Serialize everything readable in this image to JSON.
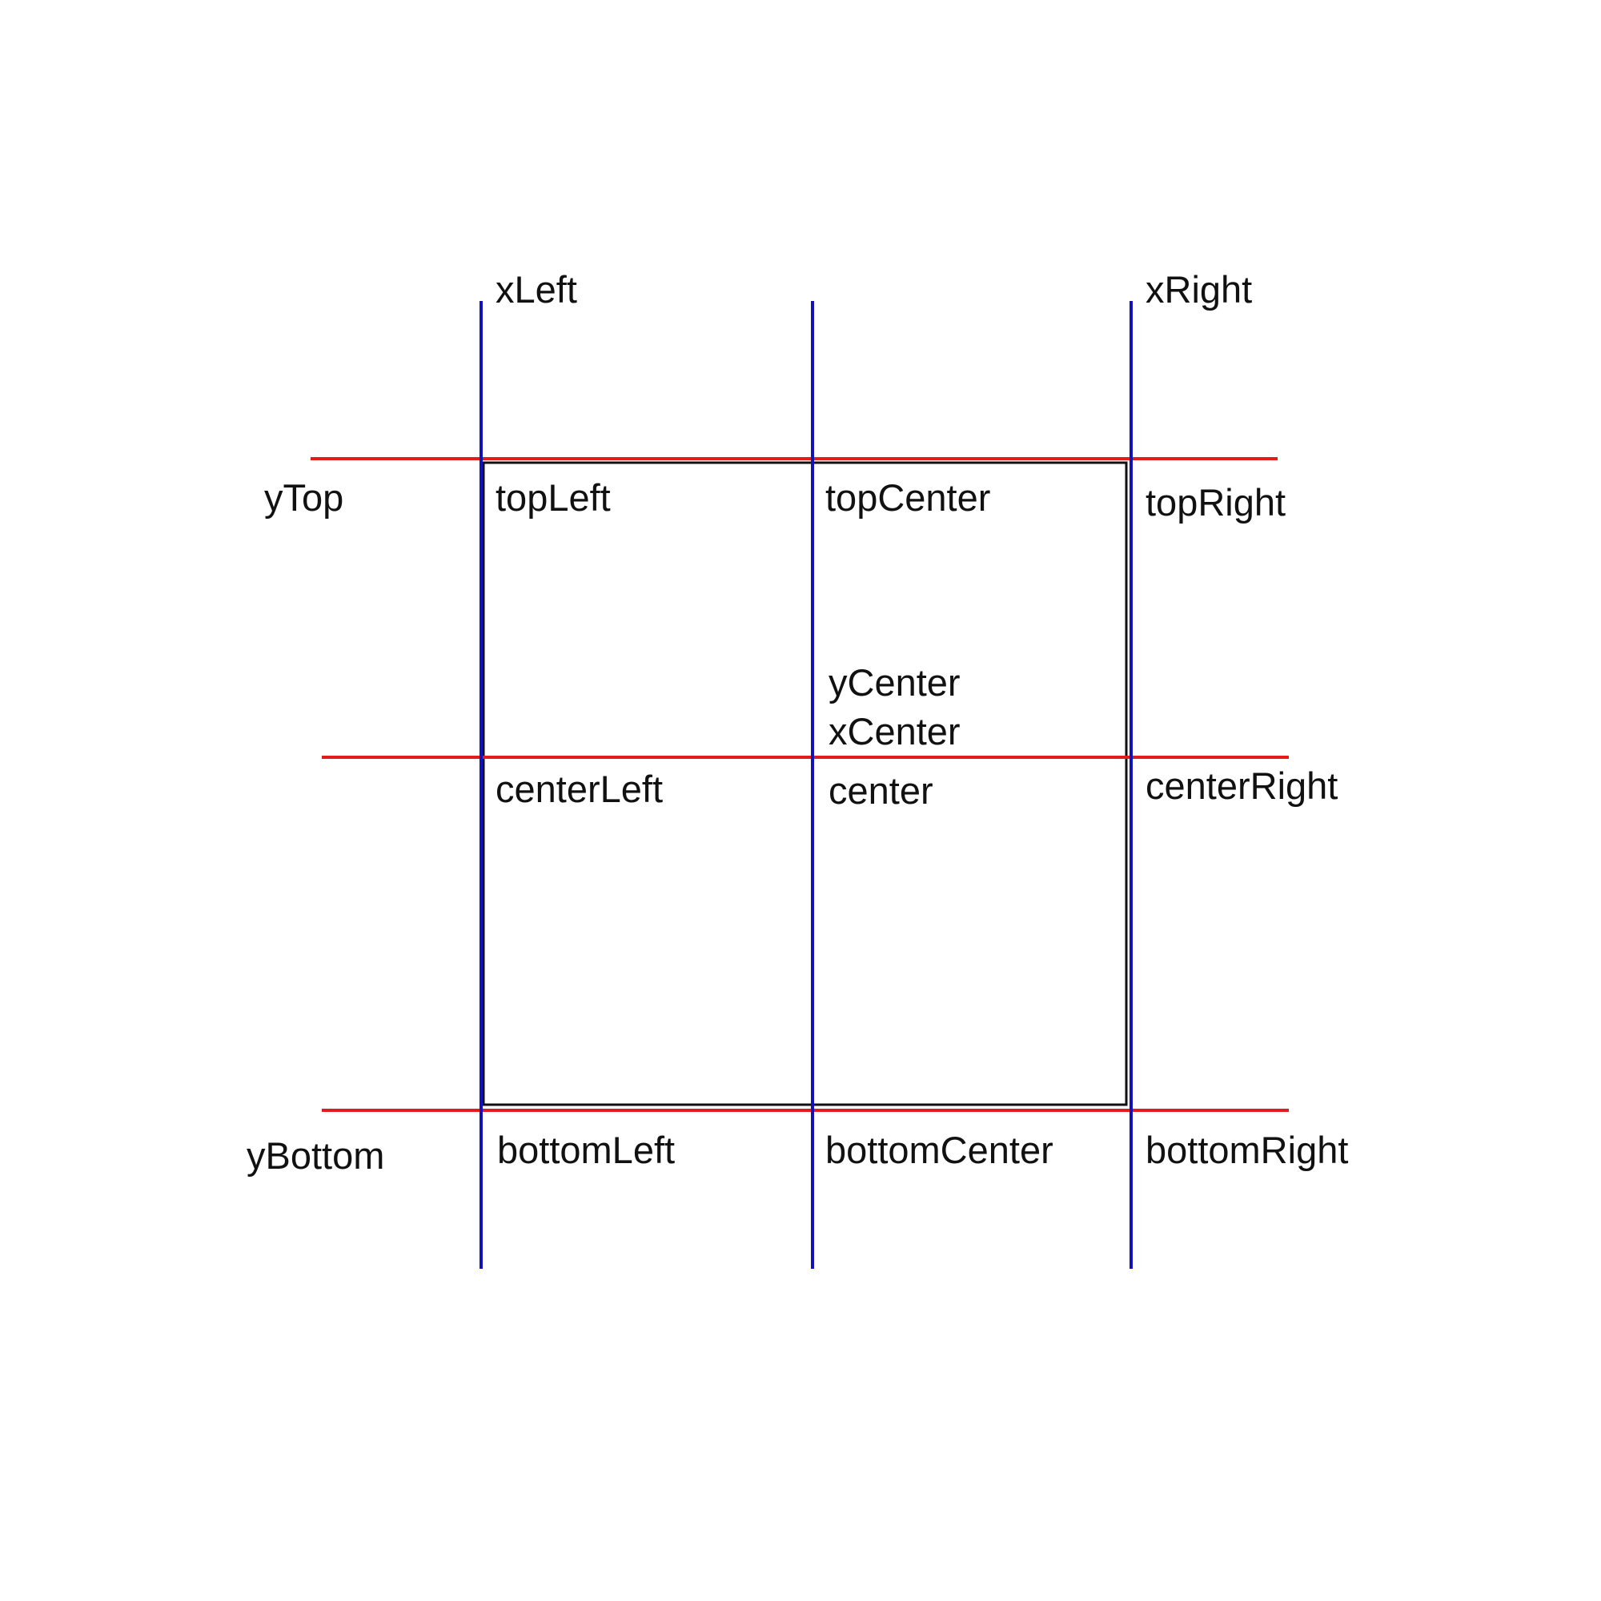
{
  "colors": {
    "horizontal_lines": "#e31b1b",
    "vertical_lines": "#1212b8",
    "box_outline": "#111111",
    "text": "#111111",
    "background": "#ffffff"
  },
  "labels": {
    "x_left": "xLeft",
    "x_right": "xRight",
    "y_top": "yTop",
    "y_bottom": "yBottom",
    "y_center": "yCenter",
    "x_center": "xCenter",
    "top_left": "topLeft",
    "top_center": "topCenter",
    "top_right": "topRight",
    "center_left": "centerLeft",
    "center": "center",
    "center_right": "centerRight",
    "bottom_left": "bottomLeft",
    "bottom_center": "bottomCenter",
    "bottom_right": "bottomRight"
  }
}
